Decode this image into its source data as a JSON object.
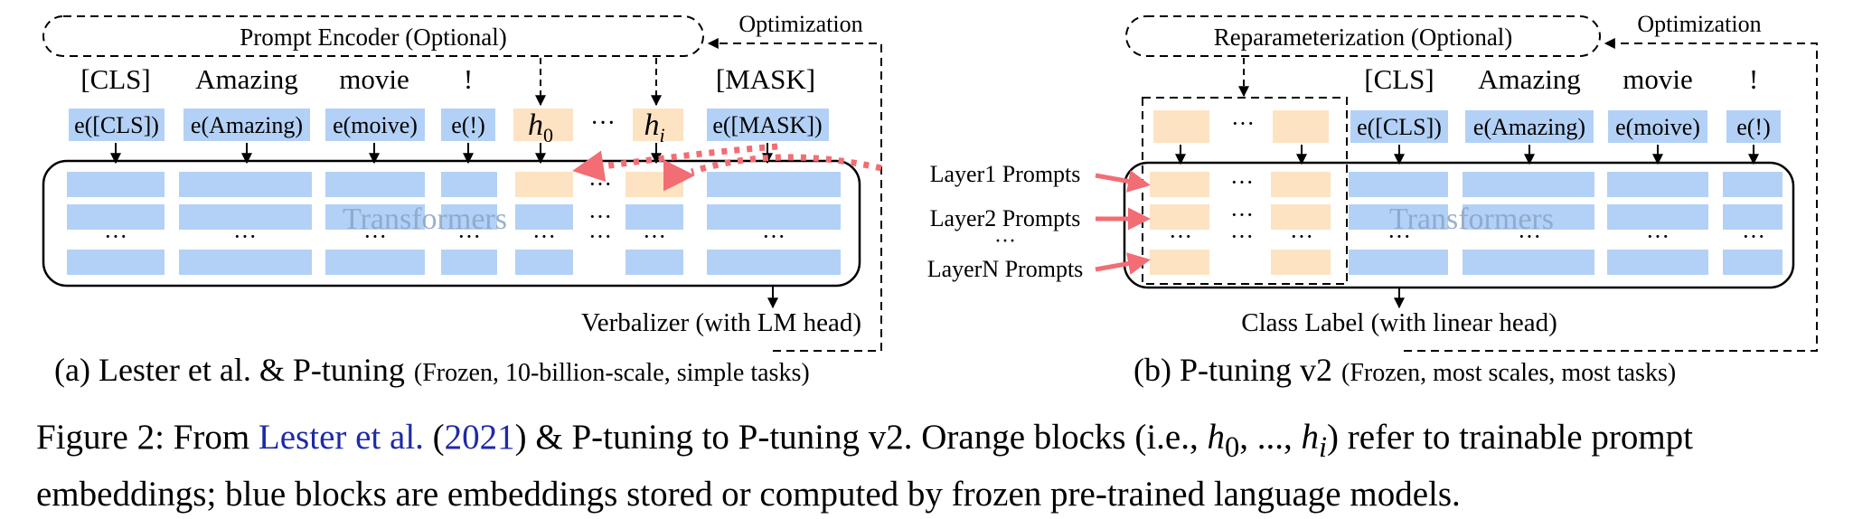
{
  "panel_a": {
    "prompt_encoder": "Prompt Encoder (Optional)",
    "optimization": "Optimization",
    "tokens": [
      "[CLS]",
      "Amazing",
      "movie",
      "!",
      "[MASK]"
    ],
    "embeds": [
      "e([CLS])",
      "e(Amazing)",
      "e(moive)",
      "e(!)",
      "e([MASK])"
    ],
    "prompt_h0": "h",
    "prompt_h0_sub": "0",
    "prompt_hi": "h",
    "prompt_hi_sub": "i",
    "dots": "···",
    "transformers": "Transformers",
    "verbalizer": "Verbalizer (with LM head)",
    "caption_main": "(a) Lester et al. & P-tuning",
    "caption_note": "(Frozen, 10-billion-scale, simple tasks)"
  },
  "panel_b": {
    "reparameterization": "Reparameterization (Optional)",
    "optimization": "Optimization",
    "tokens": [
      "[CLS]",
      "Amazing",
      "movie",
      "!"
    ],
    "embeds": [
      "e([CLS])",
      "e(Amazing)",
      "e(moive)",
      "e(!)"
    ],
    "layer_labels": [
      "Layer1 Prompts",
      "Layer2 Prompts",
      "LayerN Prompts"
    ],
    "dots": "···",
    "transformers": "Transformers",
    "class_label": "Class Label (with linear head)",
    "caption_main": "(b) P-tuning v2",
    "caption_note": "(Frozen, most scales, most tasks)"
  },
  "caption": {
    "prefix": "Figure 2: From ",
    "cite_name": "Lester et al.",
    "cite_open": " (",
    "cite_year": "2021",
    "mid": ") & P-tuning to P-tuning v2. Orange blocks (i.e., ",
    "math": "h",
    "math_sub0": "0",
    "math_sep": ", ..., ",
    "math_subi": "i",
    "rest": ") refer to trainable prompt embeddings; blue blocks are embeddings stored or computed by frozen pre-trained language models."
  },
  "colors": {
    "blue": "#b3d1f6",
    "orange": "#fde3c2",
    "red": "#f26d74",
    "ink": "#000000",
    "link": "#1f2aa6"
  }
}
